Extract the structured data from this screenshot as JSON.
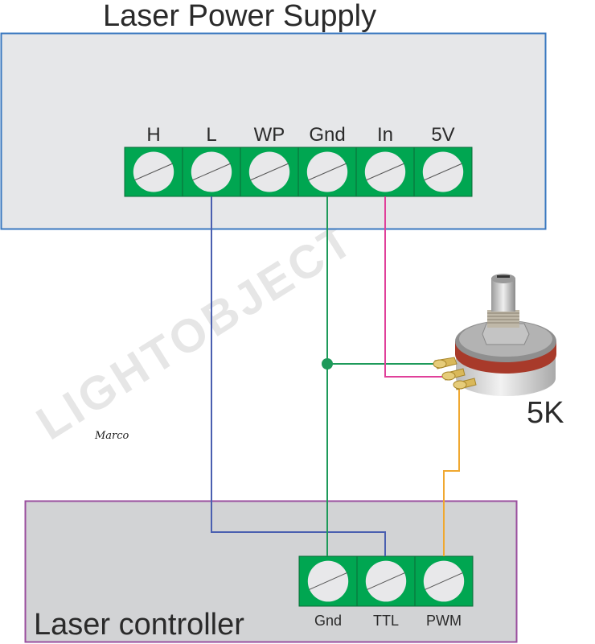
{
  "power_supply": {
    "title": "Laser Power Supply",
    "terminals": [
      "H",
      "L",
      "WP",
      "Gnd",
      "In",
      "5V"
    ]
  },
  "controller": {
    "title": "Laser controller",
    "terminals": [
      "Gnd",
      "TTL",
      "PWM"
    ]
  },
  "potentiometer": {
    "label": "5K"
  },
  "watermark": "LIGHTOBJECT",
  "signature": "Marco",
  "wires": [
    {
      "name": "L-to-TTL",
      "from": "L",
      "to": "TTL",
      "color": "#4a5fb0"
    },
    {
      "name": "Gnd-to-Gnd",
      "from": "Gnd",
      "to": "Gnd",
      "color": "#1e9a5a"
    },
    {
      "name": "In-to-pot-wiper",
      "from": "In",
      "to": "potentiometer",
      "color": "#e0409a"
    },
    {
      "name": "PWM-to-pot",
      "from": "PWM",
      "to": "potentiometer",
      "color": "#f0a830"
    }
  ],
  "colors": {
    "power_supply_border": "#3a78c0",
    "power_supply_fill": "#e6e7e9",
    "controller_border": "#9a4e9e",
    "controller_fill": "#d2d3d5",
    "terminal_green": "#00a651"
  }
}
